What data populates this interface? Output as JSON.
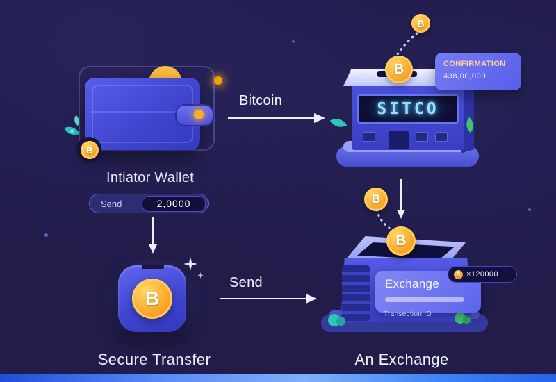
{
  "colors": {
    "background": "#211c4a",
    "accent_orange": "#f7a428",
    "indigo": "#5a5fe8",
    "digital_cyan": "#9fdcff"
  },
  "wallet": {
    "title": "Intiator Wallet",
    "send_label": "Send",
    "send_value": "2,0000"
  },
  "flow": {
    "bitcoin_arrow_label": "Bitcoin",
    "send_arrow_label": "Send"
  },
  "building": {
    "display_text": "SITCO",
    "confirmation_title": "CONFIRMATION",
    "confirmation_value": "438,00,000"
  },
  "secure_transfer": {
    "title": "Secure Transfer"
  },
  "exchange": {
    "title": "An Exchange",
    "card_title": "Exchange",
    "transaction_id_label": "Transection ID",
    "badge_value": "×120000"
  },
  "coin": {
    "glyph": "B"
  }
}
